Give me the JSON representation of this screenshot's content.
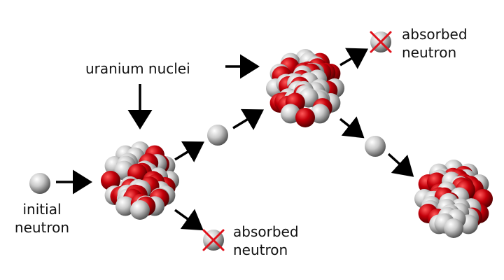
{
  "labels": {
    "uranium_nuclei": "uranium nuclei",
    "initial_neutron": {
      "line1": "initial",
      "line2": "neutron"
    },
    "absorbed_top": {
      "line1": "absorbed",
      "line2": "neutron"
    },
    "absorbed_bottom": {
      "line1": "absorbed",
      "line2": "neutron"
    }
  },
  "colors": {
    "proton": "#c8000a",
    "neutron_particle": "#b9b9b9",
    "arrow": "#000000",
    "absorbed_cross": "#e0101a"
  }
}
